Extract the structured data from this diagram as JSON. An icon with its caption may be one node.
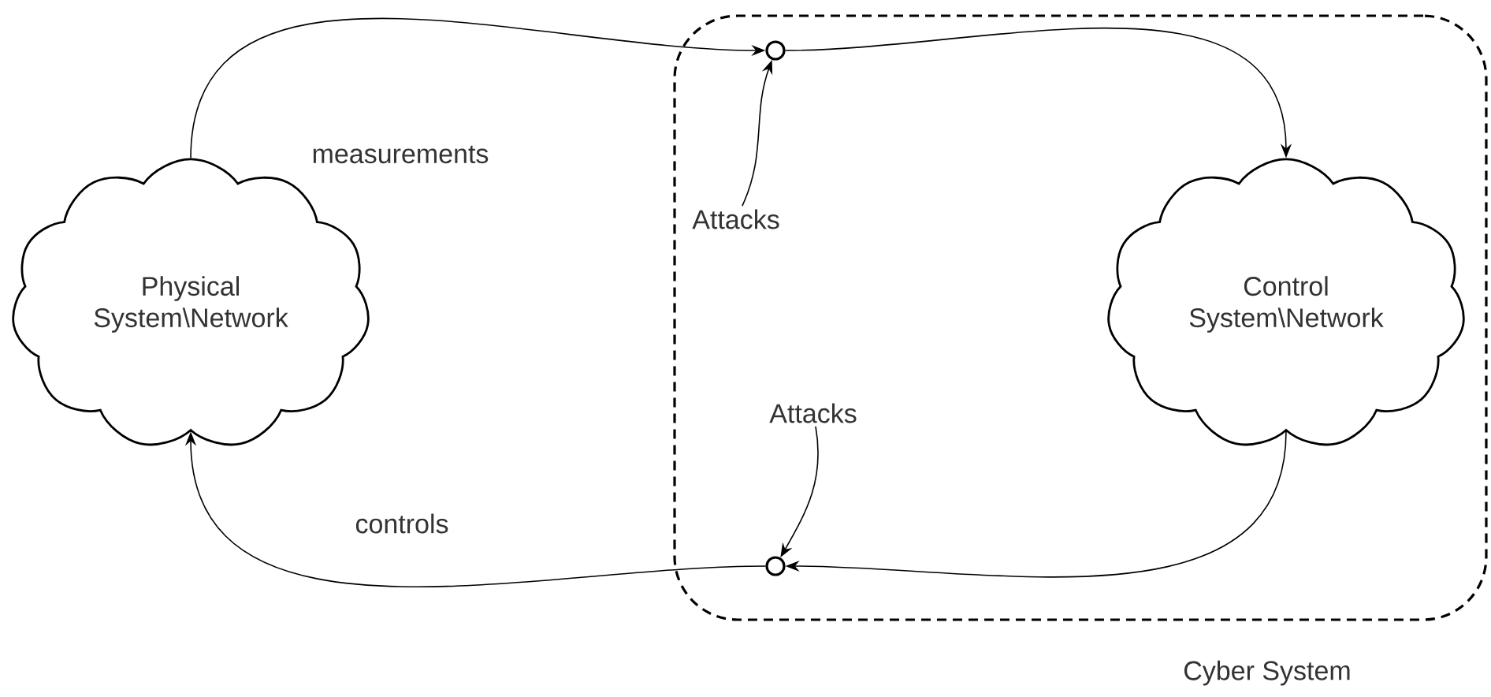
{
  "diagram": {
    "nodes": [
      {
        "text": [
          "Physical System\\Network"
        ]
      },
      {
        "text": [
          "Cyber System"
        ]
      },
      {
        "text": [],
        "shape": "circle",
        "in": 1
      },
      {
        "text": [
          "Attacks"
        ],
        "in": 1
      },
      {
        "text": [
          "Control System\\Network"
        ],
        "in": 1
      },
      {
        "text": [
          "Attacks"
        ],
        "in": 1
      },
      {
        "text": [],
        "shape": "circle",
        "in": 1
      }
    ],
    "edges": [
      {
        "from": 0,
        "to": 2,
        "arrow": "to",
        "label": "measurements"
      },
      {
        "from": 2,
        "to": 4,
        "arrow": "to"
      },
      {
        "from": 4,
        "to": 6,
        "arrow": "to"
      },
      {
        "from": 6,
        "to": 0,
        "arrow": "to",
        "label": "controls"
      },
      {
        "from": 3,
        "to": 2,
        "arrow": "to"
      },
      {
        "from": 5,
        "to": 6,
        "arrow": "to"
      }
    ]
  }
}
